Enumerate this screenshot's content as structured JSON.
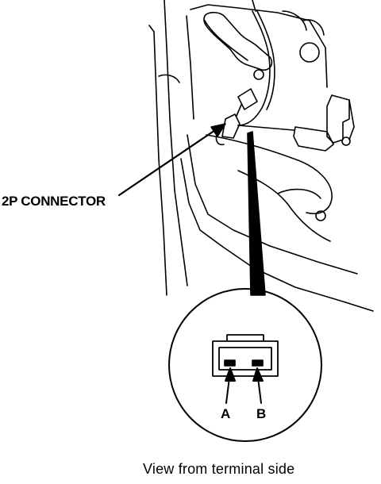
{
  "labels": {
    "connector": "2P CONNECTOR",
    "pin_a": "A",
    "pin_b": "B",
    "caption": "View from terminal side"
  },
  "colors": {
    "ink": "#000000",
    "paper": "#ffffff"
  }
}
